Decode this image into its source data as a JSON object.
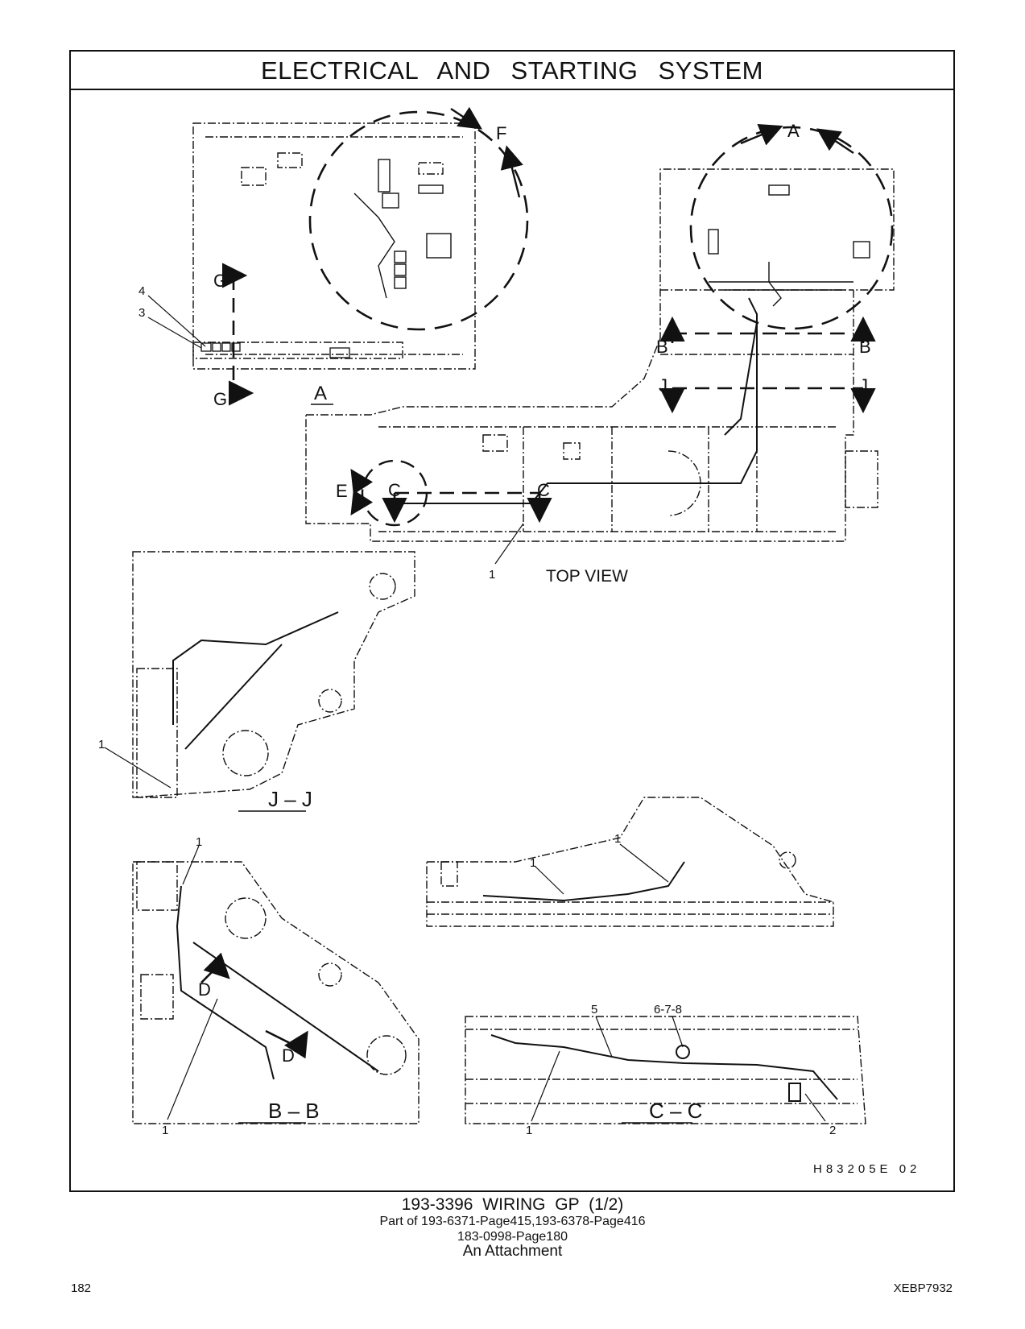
{
  "header": {
    "title": "ELECTRICAL AND STARTING SYSTEM"
  },
  "labels": {
    "top_view": "TOP VIEW",
    "section_jj": "J – J",
    "section_bb": "B – B",
    "section_cc": "C – C",
    "view_A": "A",
    "view_F": "F",
    "view_E": "E",
    "sec_B": "B",
    "sec_J": "J",
    "sec_C": "C",
    "sec_G": "G",
    "sec_D": "D",
    "drawing_id": "H83205E   02"
  },
  "callouts": {
    "c1": "1",
    "c2": "2",
    "c3": "3",
    "c4": "4",
    "c5": "5",
    "c678": "6-7-8"
  },
  "footer": {
    "title": "193-3396  WIRING GP (1/2)",
    "part_of": "Part of 193-6371-Page415,193-6378-Page416",
    "ref": "183-0998-Page180",
    "note": "An Attachment",
    "page_number": "182",
    "doc_id": "XEBP7932"
  }
}
